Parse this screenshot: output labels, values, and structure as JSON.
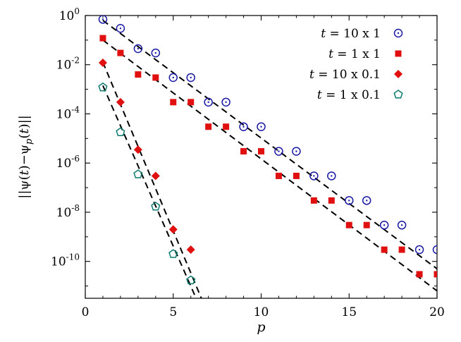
{
  "chart_data": {
    "type": "scatter",
    "xlabel": "p",
    "ylabel": "||ψ(t)−ψ_p(t)||",
    "ylabel_parts": [
      "||ψ(",
      "t",
      ")−ψ",
      "p",
      "(",
      "t",
      ")||"
    ],
    "xlim": [
      0,
      20
    ],
    "ylim_log10": [
      -11.5,
      0
    ],
    "y_scale": "log",
    "x_ticks": [
      0,
      5,
      10,
      15,
      20
    ],
    "x_tick_labels": [
      "0",
      "5",
      "10",
      "15",
      "20"
    ],
    "y_tick_exponents": [
      0,
      -2,
      -4,
      -6,
      -8,
      -10
    ],
    "y_tick_labels": [
      {
        "base": "10",
        "exp": "0"
      },
      {
        "base": "10",
        "exp": "-2"
      },
      {
        "base": "10",
        "exp": "-4"
      },
      {
        "base": "10",
        "exp": "-6"
      },
      {
        "base": "10",
        "exp": "-8"
      },
      {
        "base": "10",
        "exp": "-10"
      }
    ],
    "grid": false,
    "legend_position": "top-right",
    "series": [
      {
        "name": "t = 10 x 1",
        "label_var": "t",
        "label_rest": " = 10 x 1",
        "marker": "circle-dot",
        "color": "#1a1aa6",
        "x": [
          1,
          2,
          3,
          4,
          5,
          6,
          7,
          8,
          9,
          10,
          11,
          12,
          13,
          14,
          15,
          16,
          17,
          18,
          19,
          20
        ],
        "y": [
          0.7,
          0.3,
          0.045,
          0.03,
          0.003,
          0.003,
          0.0003,
          0.0003,
          3e-05,
          3e-05,
          3e-06,
          3e-06,
          3e-07,
          3e-07,
          3e-08,
          3e-08,
          3e-09,
          3e-09,
          3e-10,
          3e-10
        ],
        "fit": {
          "x": [
            1,
            20
          ],
          "log10y": [
            -0.2,
            -10.3
          ]
        }
      },
      {
        "name": "t = 1 x 1",
        "label_var": "t",
        "label_rest": " = 1 x 1",
        "marker": "square",
        "color": "#e01010",
        "x": [
          1,
          2,
          3,
          4,
          5,
          6,
          7,
          8,
          9,
          10,
          11,
          12,
          13,
          14,
          15,
          16,
          17,
          18,
          19,
          20
        ],
        "y": [
          0.12,
          0.03,
          0.004,
          0.003,
          0.0003,
          0.0003,
          3e-05,
          3e-05,
          3e-06,
          3e-06,
          3e-07,
          3e-07,
          3e-08,
          3e-08,
          3e-09,
          3e-09,
          3e-10,
          3e-10,
          3e-11,
          3e-11
        ],
        "fit": {
          "x": [
            1,
            20
          ],
          "log10y": [
            -1.0,
            -11.2
          ]
        }
      },
      {
        "name": "t = 10 x 0.1",
        "label_var": "t",
        "label_rest": " = 10 x 0.1",
        "marker": "diamond",
        "color": "#e01010",
        "x": [
          1,
          2,
          3,
          4,
          5,
          6
        ],
        "y": [
          0.012,
          0.0003,
          3.5e-06,
          3e-07,
          2e-09,
          3e-10
        ],
        "fit": {
          "x": [
            1,
            6.6
          ],
          "log10y": [
            -1.9,
            -11.5
          ]
        }
      },
      {
        "name": "t = 1 x 0.1",
        "label_var": "t",
        "label_rest": " = 1 x 0.1",
        "marker": "pentagon",
        "color": "#0d7a70",
        "x": [
          1,
          2,
          3,
          4,
          5,
          6
        ],
        "y": [
          0.0012,
          1.8e-05,
          3.5e-07,
          1.7e-08,
          2e-10,
          1.7e-11
        ],
        "fit": {
          "x": [
            1,
            6.3
          ],
          "log10y": [
            -2.85,
            -11.5
          ]
        }
      }
    ]
  }
}
